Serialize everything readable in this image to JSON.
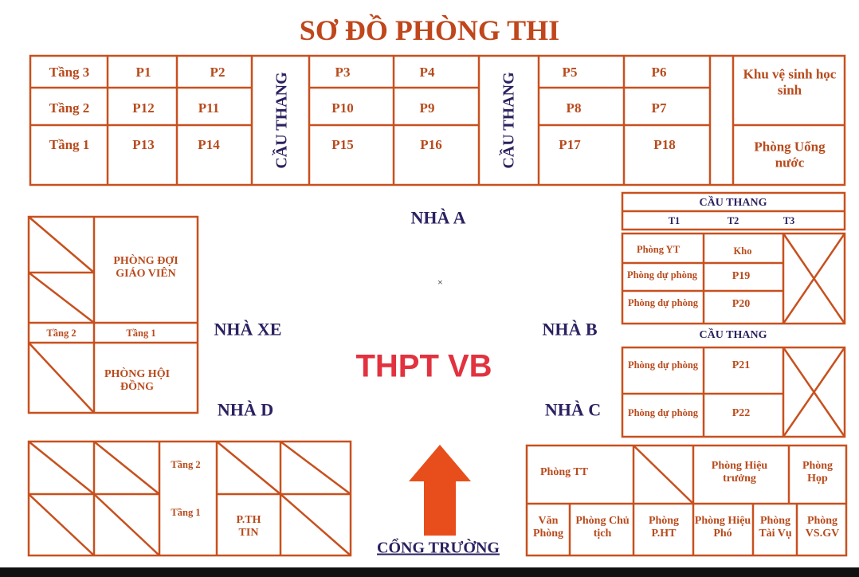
{
  "title": "SƠ ĐỒ PHÒNG THI",
  "brand": "THPT VB",
  "colors": {
    "lines": "#c8501e",
    "text": "#b84a1c",
    "labels": "#2c2160",
    "brand": "#e2323f",
    "arrow": "#e84e1b"
  },
  "building_a": {
    "floors": [
      "Tầng 3",
      "Tầng 2",
      "Tầng 1"
    ],
    "rooms": [
      "P1",
      "P2",
      "P12",
      "P11",
      "P13",
      "P14",
      "P3",
      "P4",
      "P10",
      "P9",
      "P15",
      "P16",
      "P5",
      "P6",
      "P8",
      "P7",
      "P17",
      "P18"
    ],
    "stairs": "CẦU THANG",
    "restroom": "Khu vệ sinh học sinh",
    "water": "Phòng Uống nước"
  },
  "labels": {
    "nha_a": "NHÀ A",
    "nha_b": "NHÀ B",
    "nha_c": "NHÀ C",
    "nha_d": "NHÀ D",
    "nha_xe": "NHÀ XE",
    "gate": "CỔNG TRƯỜNG",
    "stairs": "CẦU THANG"
  },
  "building_b": {
    "stairs": "CẦU THANG",
    "t": [
      "T1",
      "T2",
      "T3"
    ],
    "rooms": [
      "Phòng YT",
      "Kho",
      "Phòng dự phòng",
      "P19",
      "Phòng dự phòng",
      "P20"
    ]
  },
  "building_c": {
    "rooms": [
      "Phòng dự phòng",
      "P21",
      "Phòng dự phòng",
      "P22"
    ]
  },
  "building_d": {
    "doi": "PHÒNG ĐỢI GIÁO VIÊN",
    "tang2": "Tầng 2",
    "tang1": "Tầng 1",
    "hoi_dong": "PHÒNG HỘI ĐỒNG"
  },
  "bottom_left": {
    "tang2": "Tầng 2",
    "tang1": "Tầng 1",
    "tin": "P.TH TIN"
  },
  "bottom_right": {
    "tt": "Phòng TT",
    "ht": "Phòng Hiệu trưởng",
    "hop": "Phòng Họp",
    "vp": "Văn Phòng",
    "ct": "Phòng Chủ tịch",
    "pht": "Phòng P.HT",
    "hp": "Phòng Hiệu Phó",
    "tv": "Phòng Tài Vụ",
    "vs": "Phòng VS.GV"
  }
}
